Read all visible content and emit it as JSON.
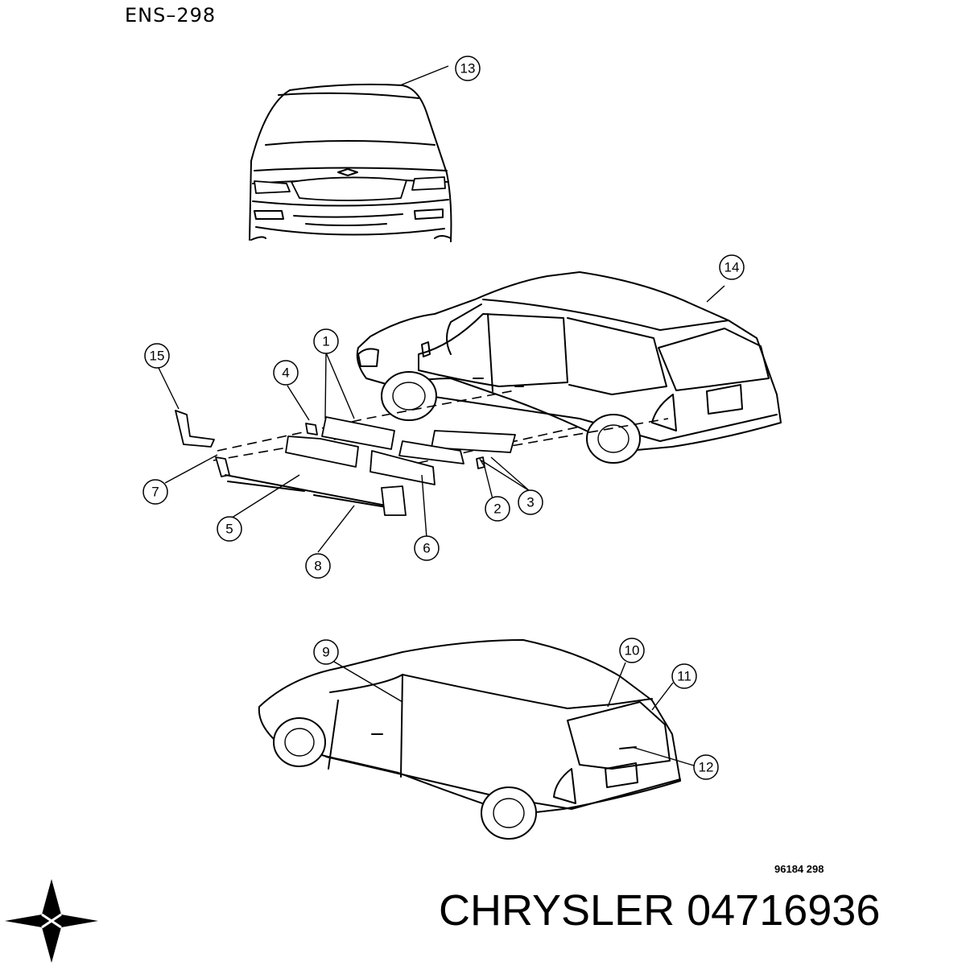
{
  "drawing_code": "ENS–298",
  "reference_code": "96184  298",
  "brand_title": "CHRYSLER 04716936",
  "logo_icon": "chrysler-pentastar-logo",
  "callouts": [
    "1",
    "2",
    "3",
    "4",
    "5",
    "6",
    "7",
    "8",
    "9",
    "10",
    "11",
    "12",
    "13",
    "14",
    "15"
  ]
}
